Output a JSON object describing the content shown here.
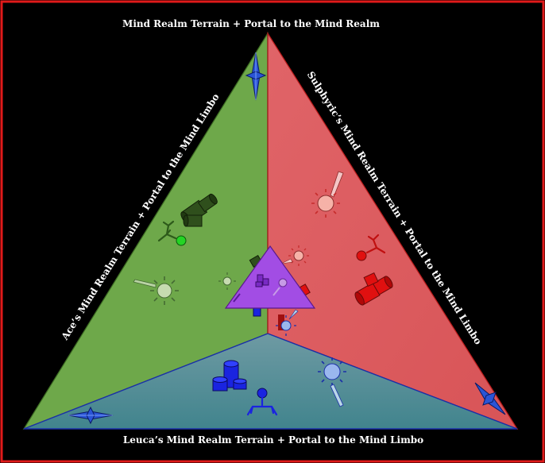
{
  "diagram": {
    "labels": {
      "top": "Mind Realm Terrain + Portal to the Mind Realm",
      "left": "Ace’s Mind Realm Terrain + Portal to the Mind Limbo",
      "right": "Sulphyric’s Mind Realm Terrain + Portal to the Mind Limbo",
      "bottom": "Leuca’s Mind Realm Terrain + Portal to the Mind Limbo"
    },
    "colors": {
      "background": "#000000",
      "frame": "#e01a1a",
      "ace_region": "#6ea84a",
      "sulphyric_region": "#dd5d62",
      "leuca_region": "#4c8b94",
      "center_portal": "#a24de4",
      "portal_star": "#2a55d6"
    },
    "regions": [
      "ace",
      "sulphyric",
      "leuca",
      "center-portal"
    ],
    "icons": [
      "portal-star-icon",
      "mushroom-barrel-icon",
      "virus-staff-icon",
      "stick-figure-icon"
    ]
  }
}
